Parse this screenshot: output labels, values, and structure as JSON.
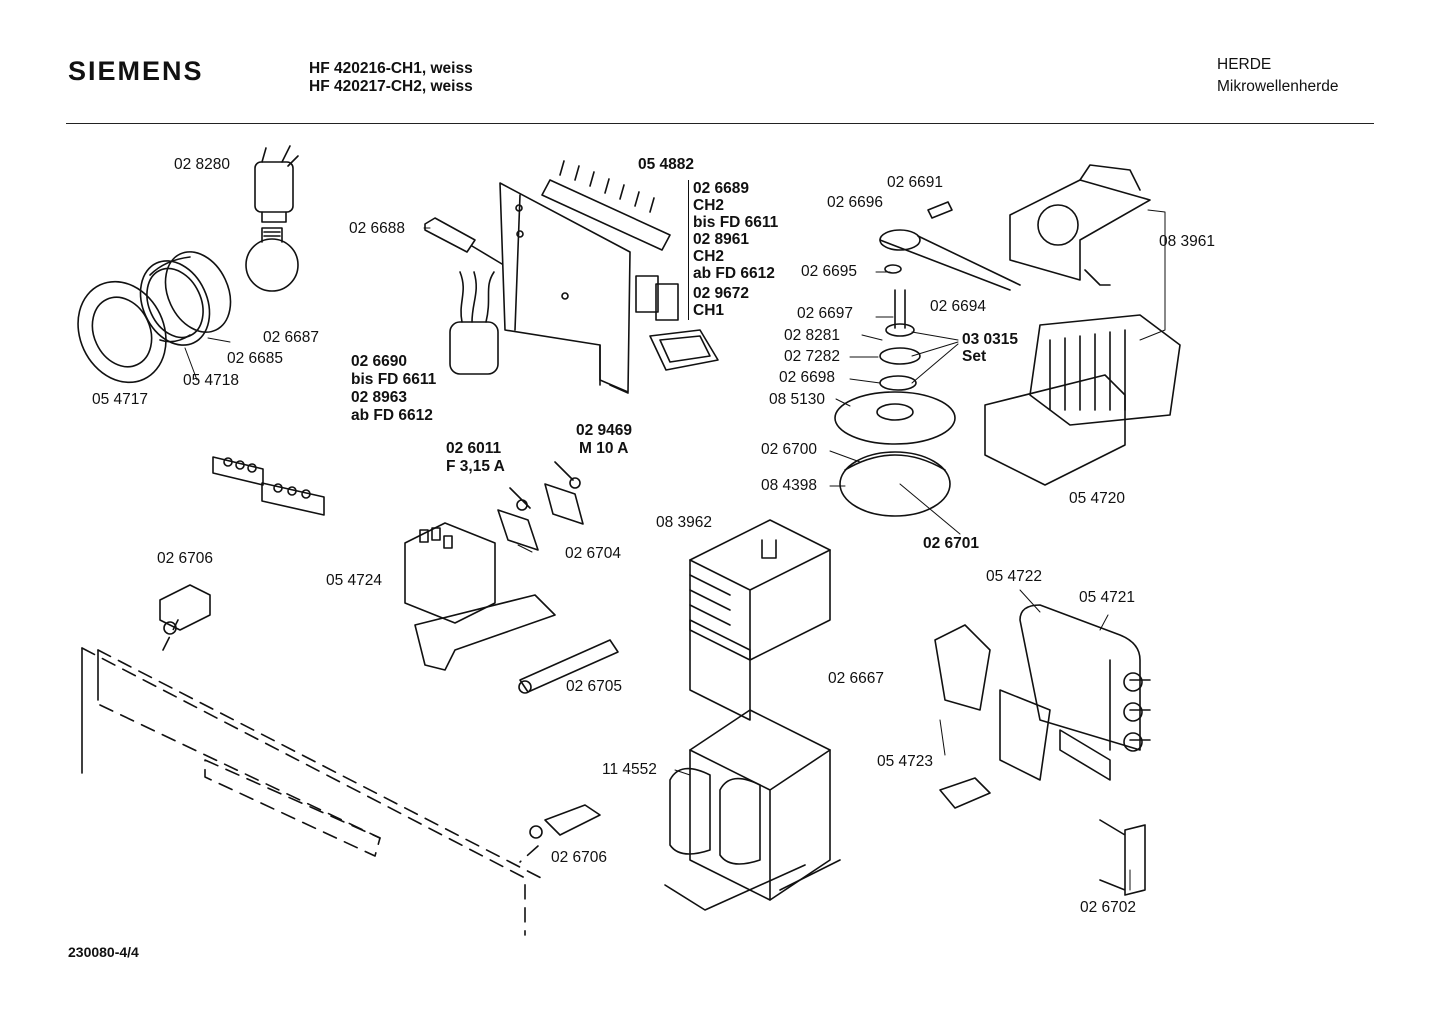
{
  "header": {
    "brand": "SIEMENS",
    "model_line_1": "HF 420216-CH1, weiss",
    "model_line_2": "HF 420217-CH2, weiss",
    "category": "HERDE",
    "subcategory": "Mikrowellenherde"
  },
  "parts": {
    "p028280": "02 8280",
    "p026688": "02 6688",
    "p054882": "05 4882",
    "p026689": "02 6689",
    "ch2_a": "CH2",
    "bis_fd6611_a": "bis FD 6611",
    "p028961": "02 8961",
    "ch2_b": "CH2",
    "ab_fd6612_a": "ab FD 6612",
    "p029672": "02 9672",
    "ch1": "CH1",
    "p026691": "02 6691",
    "p026696": "02 6696",
    "p083961": "08 3961",
    "p026695": "02 6695",
    "p026694": "02 6694",
    "p026697": "02 6697",
    "p028281": "02 8281",
    "p030315": "03 0315",
    "set": "Set",
    "p027282": "02 7282",
    "p026698": "02 6698",
    "p085130": "08 5130",
    "p026700": "02 6700",
    "p084398": "08 4398",
    "p026701": "02 6701",
    "p054720": "05 4720",
    "p026687": "02 6687",
    "p026685": "02 6685",
    "p054718": "05 4718",
    "p054717": "05 4717",
    "p026690": "02 6690",
    "bis_fd6611_b": "bis FD 6611",
    "p028963": "02 8963",
    "ab_fd6612_b": "ab FD 6612",
    "p029469": "02 9469",
    "m10a": "M 10 A",
    "p026011": "02 6011",
    "f315a": "F 3,15 A",
    "p026704": "02 6704",
    "p083962": "08 3962",
    "p054724": "05 4724",
    "p026706_a": "02 6706",
    "p026705": "02 6705",
    "p026667": "02 6667",
    "p054722": "05 4722",
    "p054721": "05 4721",
    "p054723": "05 4723",
    "p114552": "11 4552",
    "p026706_b": "02  6706",
    "p026702": "02 6702"
  },
  "footer": {
    "code": "230080-4/4"
  }
}
